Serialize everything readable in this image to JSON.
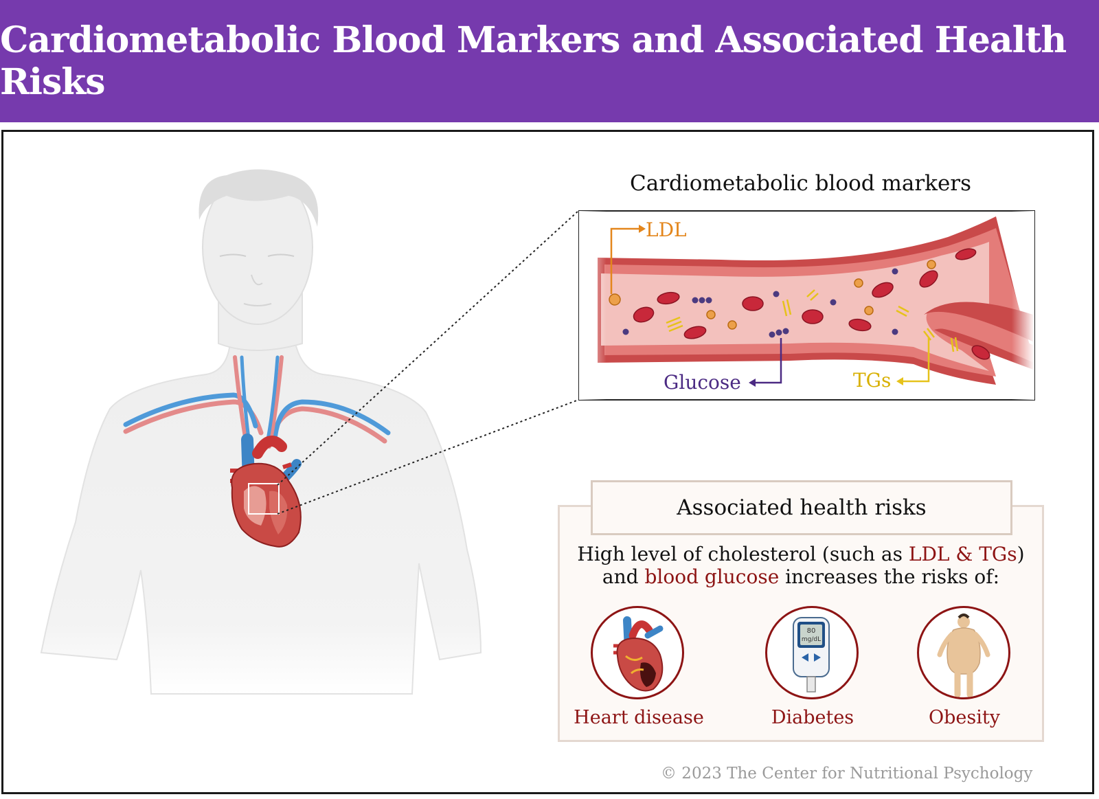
{
  "header": {
    "title": "Cardiometabolic Blood Markers and Associated Health Risks"
  },
  "markers": {
    "title": "Cardiometabolic blood markers",
    "labels": {
      "ldl": "LDL",
      "glucose": "Glucose",
      "tgs": "TGs"
    }
  },
  "risks": {
    "title": "Associated health risks",
    "desc_line1_prefix": "High level of cholesterol (such as ",
    "desc_line1_highlight": "LDL & TGs",
    "desc_line1_suffix": ")",
    "desc_line2_prefix": "and ",
    "desc_line2_highlight": "blood glucose",
    "desc_line2_suffix": " increases the risks of:",
    "items": [
      {
        "label": "Heart disease",
        "icon": "heart-icon"
      },
      {
        "label": "Diabetes",
        "icon": "glucometer-icon",
        "reading": "80",
        "unit": "mg/dL"
      },
      {
        "label": "Obesity",
        "icon": "obese-person-icon"
      }
    ]
  },
  "footer": {
    "copyright": "© 2023 The Center for Nutritional Psychology"
  },
  "colors": {
    "header_bg": "#763aad",
    "accent_red": "#8d1414",
    "ldl": "#e3861c",
    "glucose": "#4b2a83",
    "tgs": "#e6c21a",
    "vein": "#4f9ad9",
    "artery": "#e38a8a"
  }
}
